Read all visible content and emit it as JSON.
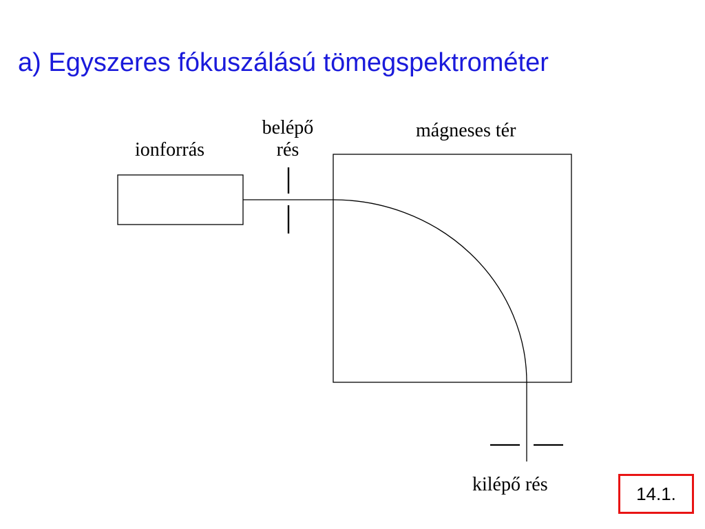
{
  "slide": {
    "title": "a) Egyszeres fókuszálású tömegspektrométer",
    "figure_number": "14.1."
  },
  "diagram": {
    "labels": {
      "ion_source": "ionforrás",
      "entry_slit_line1": "belépő",
      "entry_slit_line2": "rés",
      "magnetic_field": "mágneses tér",
      "exit_slit": "kilépő rés"
    },
    "colors": {
      "title": "#1a1adb",
      "badge_border": "#e81414",
      "lines": "#000000"
    }
  }
}
